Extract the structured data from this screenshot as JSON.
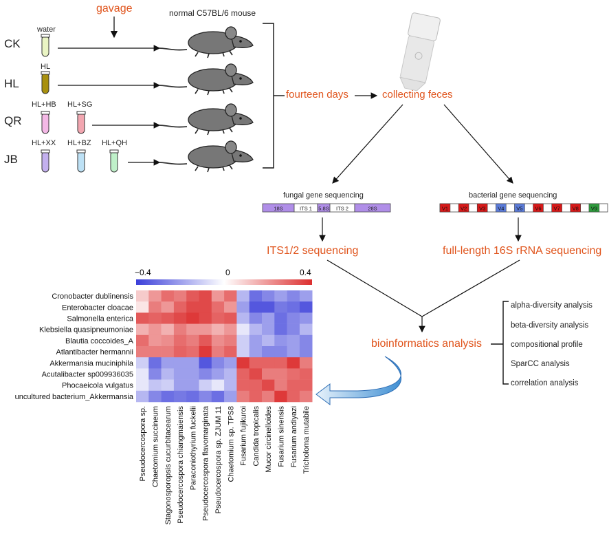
{
  "experiment": {
    "gavage_label": "gavage",
    "mouse_title": "normal C57BL/6 mouse",
    "groups": [
      {
        "name": "CK",
        "tubes": [
          {
            "label": "water",
            "color": "#eaf5c4"
          }
        ]
      },
      {
        "name": "HL",
        "tubes": [
          {
            "label": "HL",
            "color": "#a8900f"
          }
        ]
      },
      {
        "name": "QR",
        "tubes": [
          {
            "label": "HL+HB",
            "color": "#f4b8e6"
          },
          {
            "label": "HL+SG",
            "color": "#f2a6b0"
          }
        ]
      },
      {
        "name": "JB",
        "tubes": [
          {
            "label": "HL+XX",
            "color": "#c3b0ee"
          },
          {
            "label": "HL+BZ",
            "color": "#bde1f5"
          },
          {
            "label": "HL+QH",
            "color": "#bff0c9"
          }
        ]
      }
    ]
  },
  "flow": {
    "fourteen_days": "fourteen days",
    "collecting_feces": "collecting feces",
    "fungal_title": "fungal gene sequencing",
    "fungal_segments": [
      "18S",
      "ITS 1",
      "5.8S",
      "ITS 2",
      "28S"
    ],
    "bacterial_title": "bacterial gene sequencing",
    "bacterial_segments": [
      "V1",
      "V2",
      "V3",
      "V4",
      "V5",
      "V6",
      "V7",
      "V8",
      "V9"
    ],
    "its_label": "ITS1/2 sequencing",
    "rrna_label": "full-length 16S rRNA sequencing",
    "bioinfo_label": "bioinformatics analysis",
    "analyses": [
      "alpha-diversity analysis",
      "beta-diversity analysis",
      "compositional profile",
      "SparCC analysis",
      "correlation analysis"
    ]
  },
  "colors": {
    "accent": "#e0541c",
    "purple": "#b08ee8",
    "red": "#d81919",
    "blue": "#5b7bd8",
    "green": "#2e9a3c"
  },
  "chart_data": {
    "type": "heatmap",
    "legend_min": "−0.4",
    "legend_mid": "0",
    "legend_max": "0.4",
    "range": [
      -0.4,
      0.4
    ],
    "rows": [
      "Cronobacter dublinensis",
      "Enterobacter cloacae",
      "Salmonella enterica",
      "Klebsiella quasipneumoniae",
      "Blautia coccoides_A",
      "Atlantibacter hermannii",
      "Akkermansia muciniphila",
      "Acutalibacter sp009936035",
      "Phocaeicola vulgatus",
      "uncultured bacterium_Akkermansia"
    ],
    "columns": [
      "Pseudocercospora sp.",
      "Chaetomium succineum",
      "Stagonosporopsis cucurbitacearum",
      "Pseudocercospora chiangmaiensis",
      "Paraconiothyrium fuckelii",
      "Pseudocercospora flavomarginata",
      "Pseudocercospora sp. ZJUM 11",
      "Chaetomium sp. TPS8",
      "Fusarium fujikuroi",
      "Candida tropicalis",
      "Mucor circinelloides",
      "Fusarium sinensis",
      "Fusarium andiyazi",
      "Tricholoma mutabile"
    ],
    "values": [
      [
        0.1,
        0.2,
        0.28,
        0.25,
        0.32,
        0.35,
        0.2,
        0.28,
        -0.15,
        -0.3,
        -0.25,
        -0.2,
        -0.25,
        -0.2
      ],
      [
        0.05,
        0.25,
        0.2,
        0.3,
        0.35,
        0.35,
        0.28,
        0.2,
        -0.2,
        -0.35,
        -0.35,
        -0.28,
        -0.3,
        -0.35
      ],
      [
        0.32,
        0.3,
        0.32,
        0.35,
        0.38,
        0.35,
        0.3,
        0.32,
        -0.15,
        -0.25,
        -0.2,
        -0.3,
        -0.25,
        -0.22
      ],
      [
        0.15,
        0.2,
        0.15,
        0.25,
        0.2,
        0.2,
        0.15,
        0.2,
        -0.05,
        -0.15,
        -0.2,
        -0.3,
        -0.25,
        -0.15
      ],
      [
        0.28,
        0.2,
        0.22,
        0.28,
        0.25,
        0.32,
        0.22,
        0.25,
        -0.1,
        -0.2,
        -0.15,
        -0.22,
        -0.2,
        -0.25
      ],
      [
        0.25,
        0.25,
        0.25,
        0.3,
        0.28,
        0.38,
        0.25,
        0.3,
        -0.1,
        -0.2,
        -0.25,
        -0.25,
        -0.2,
        -0.25
      ],
      [
        -0.1,
        -0.3,
        -0.2,
        -0.2,
        -0.2,
        -0.35,
        -0.25,
        -0.2,
        0.38,
        0.3,
        0.3,
        0.3,
        0.38,
        0.25
      ],
      [
        -0.05,
        -0.25,
        -0.15,
        -0.2,
        -0.2,
        -0.25,
        -0.2,
        -0.15,
        0.3,
        0.35,
        0.25,
        0.25,
        0.28,
        0.3
      ],
      [
        -0.05,
        -0.12,
        -0.1,
        -0.2,
        -0.2,
        -0.1,
        -0.05,
        -0.15,
        0.3,
        0.3,
        0.35,
        0.25,
        0.3,
        0.3
      ],
      [
        -0.15,
        -0.25,
        -0.3,
        -0.28,
        -0.3,
        -0.25,
        -0.3,
        -0.2,
        0.25,
        0.3,
        0.25,
        0.38,
        0.3,
        0.25
      ]
    ]
  }
}
